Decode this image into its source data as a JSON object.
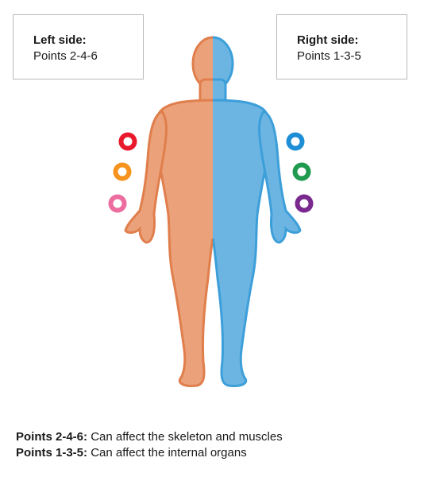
{
  "left_box": {
    "title": "Left side:",
    "points": "Points 2-4-6"
  },
  "right_box": {
    "title": "Right side:",
    "points": "Points 1-3-5"
  },
  "left_dots": [
    {
      "name": "red-ring-icon",
      "color": "#e8192c"
    },
    {
      "name": "orange-ring-icon",
      "color": "#f5931e"
    },
    {
      "name": "pink-ring-icon",
      "color": "#ec6ea0"
    }
  ],
  "right_dots": [
    {
      "name": "blue-ring-icon",
      "color": "#1e8ed6"
    },
    {
      "name": "green-ring-icon",
      "color": "#1f9a4f"
    },
    {
      "name": "purple-ring-icon",
      "color": "#7a2a8f"
    }
  ],
  "body_colors": {
    "left_fill": "#eba27b",
    "left_outline": "#e07e4c",
    "right_fill": "#6cb5e2",
    "right_outline": "#3d9fd9"
  },
  "legend": [
    {
      "key": "Points 2-4-6:",
      "text": "Can affect the skeleton and muscles"
    },
    {
      "key": "Points 1-3-5:",
      "text": "Can affect the internal organs"
    }
  ]
}
